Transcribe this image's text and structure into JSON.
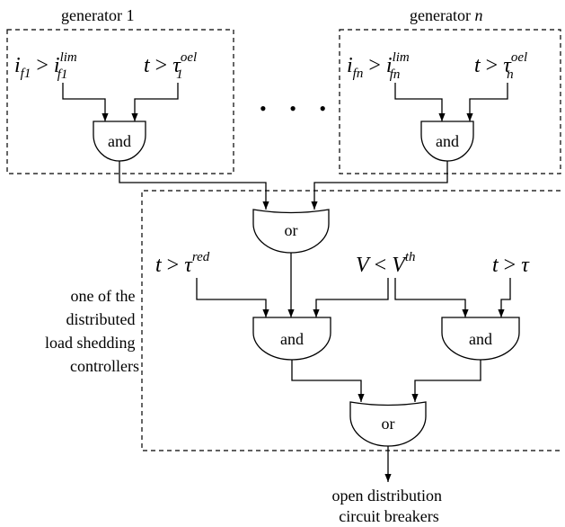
{
  "labels": {
    "generator1": "generator 1",
    "generator_n_prefix": "generator ",
    "generator_n_var": "n",
    "output_line1": "open distribution",
    "output_line2": "circuit breakers",
    "controller_line1": "one of the",
    "controller_line2": "distributed",
    "controller_line3": "load shedding",
    "controller_line4": "controllers"
  },
  "conditions": {
    "g1_field": {
      "i": "i",
      "i_sub": "f1",
      "gt": " > ",
      "i2": "i",
      "i2_sup": "lim",
      "i2_sub": "f1"
    },
    "g1_time": {
      "t": "t",
      "gt": " > ",
      "tau": "τ",
      "sup": "oel",
      "sub": "1"
    },
    "gn_field": {
      "i": "i",
      "i_sub": "fn",
      "gt": " > ",
      "i2": "i",
      "i2_sup": "lim",
      "i2_sub": "fn"
    },
    "gn_time": {
      "t": "t",
      "gt": " > ",
      "tau": "τ",
      "sup": "oel",
      "sub": "n"
    },
    "t_red": {
      "t": "t",
      "gt": " > ",
      "tau": "τ",
      "sup": "red"
    },
    "voltage": {
      "v": "V",
      "lt": " < ",
      "v2": "V",
      "sup": "th"
    },
    "t_tau": {
      "t": "t",
      "gt": " > ",
      "tau": "τ"
    }
  },
  "gates": {
    "and_g1": "and",
    "and_gn": "and",
    "or_top": "or",
    "and_left": "and",
    "and_right": "and",
    "or_bottom": "or"
  },
  "ellipsis": "• • •"
}
